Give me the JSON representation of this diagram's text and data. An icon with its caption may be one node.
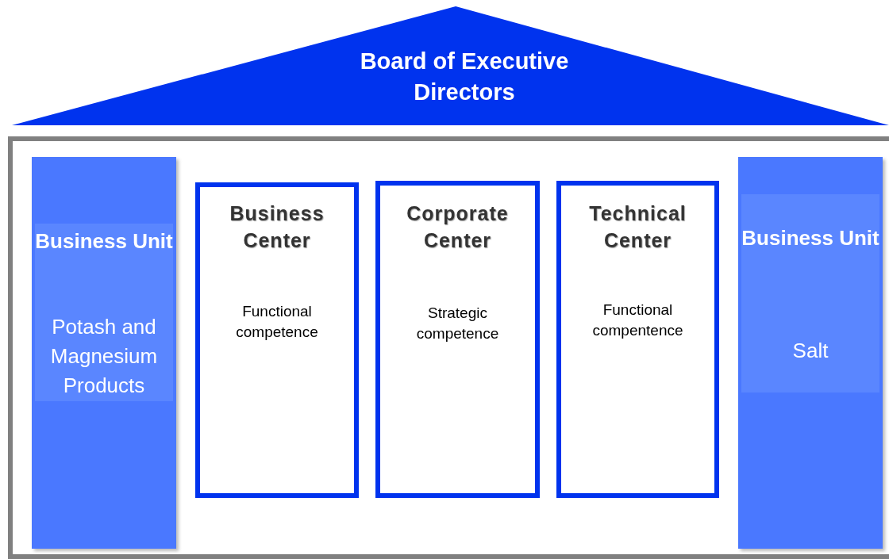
{
  "diagram": {
    "nodes": [
      {
        "text": [
          "Board of Executive Directors"
        ]
      },
      {
        "text": [],
        "shape": "box"
      },
      {
        "text": [
          "Business Unit",
          "Potash and Magnesium Products"
        ],
        "in": 1
      },
      {
        "text": [
          "Business Center",
          "Functional competence"
        ],
        "in": 1
      },
      {
        "text": [
          "Corporate Center",
          "Strategic competence"
        ],
        "in": 1
      },
      {
        "text": [
          "Technical Center",
          "Functional compentence"
        ],
        "in": 1
      },
      {
        "text": [
          "Business Unit",
          "Salt"
        ],
        "in": 1
      }
    ]
  }
}
